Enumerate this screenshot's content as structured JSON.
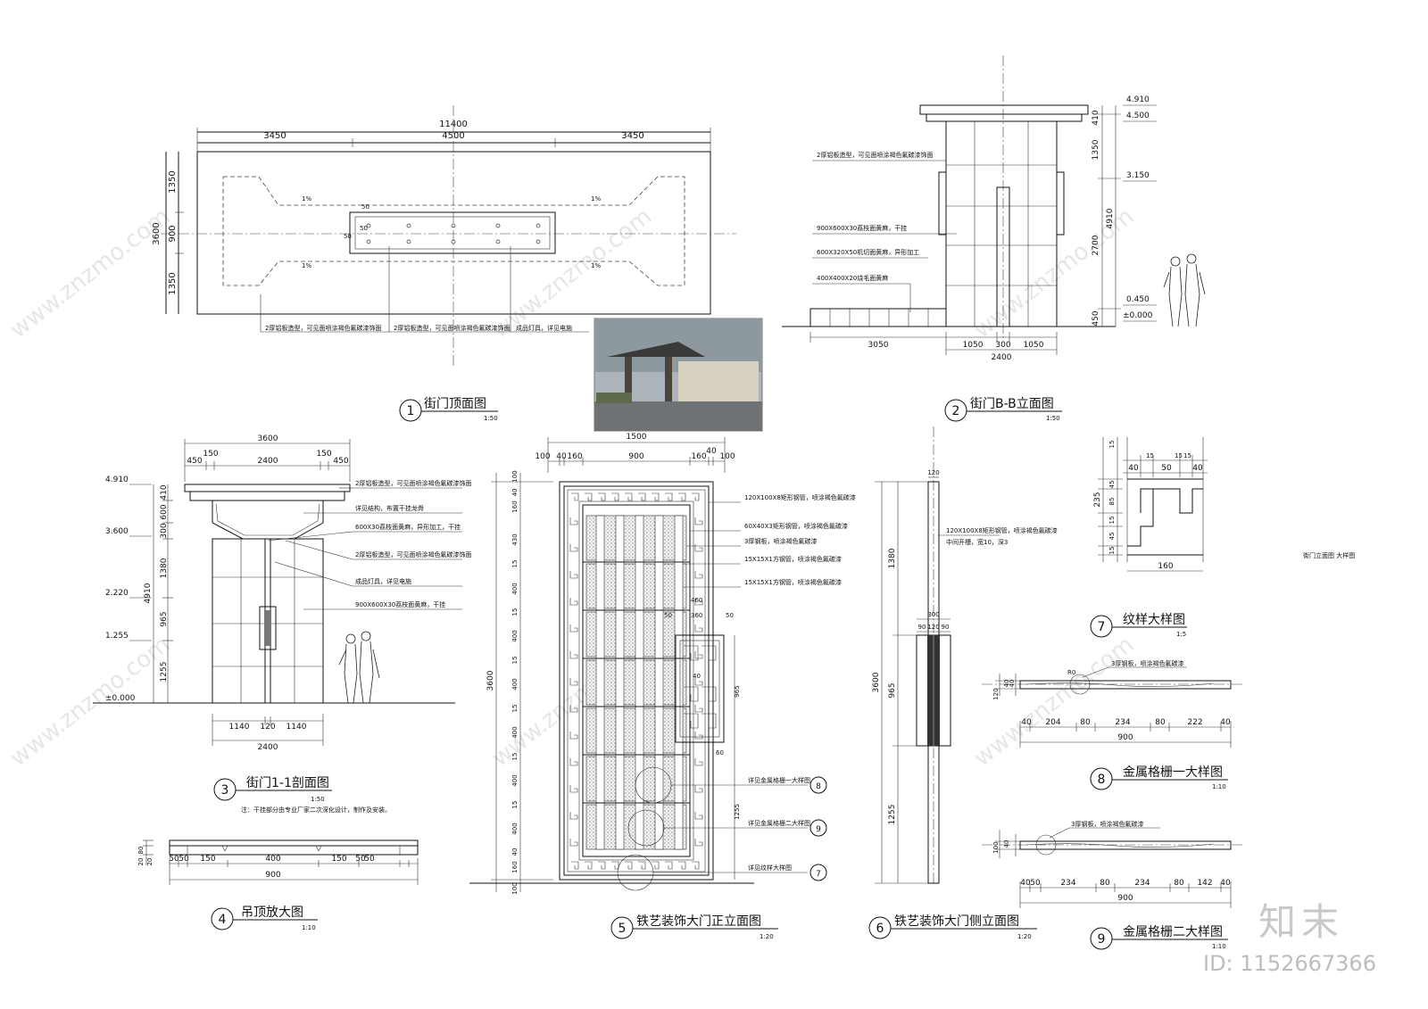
{
  "watermark": "www.znzmo.com",
  "brand": "知末",
  "id_label": "ID: 1152667366",
  "titles": {
    "t1": {
      "num": "1",
      "name": "街门顶面图",
      "scale": "1:50"
    },
    "t2": {
      "num": "2",
      "name": "街门B-B立面图",
      "scale": "1:50"
    },
    "t3": {
      "num": "3",
      "name": "街门1-1剖面图",
      "scale": "1:50"
    },
    "t4": {
      "num": "4",
      "name": "吊顶放大图",
      "scale": "1:10"
    },
    "t5": {
      "num": "5",
      "name": "铁艺装饰大门正立面图",
      "scale": "1:20"
    },
    "t6": {
      "num": "6",
      "name": "铁艺装饰大门侧立面图",
      "scale": "1:20"
    },
    "t7": {
      "num": "7",
      "name": "纹样大样图",
      "scale": "1:5"
    },
    "t8": {
      "num": "8",
      "name": "金属格栅一大样图",
      "scale": "1:10"
    },
    "t9": {
      "num": "9",
      "name": "金属格栅二大样图",
      "scale": "1:10"
    }
  },
  "note3": "注：干挂部分由专业厂家二次深化设计，制作及安装。",
  "side_note": "街门立面图 大样图",
  "plan": {
    "dims_top": [
      "11400",
      "3450",
      "4500",
      "3450"
    ],
    "dims_left": [
      "3600",
      "1350",
      "900",
      "1350"
    ],
    "small": [
      "50",
      "50",
      "50",
      "1%",
      "1%",
      "1%",
      "1%"
    ],
    "labels": [
      "2厚铝板造型，可见面喷涂褐色氟碳漆饰面",
      "2厚铝板造型，可见面喷涂褐色氟碳漆饰面",
      "成品灯具，详见电施"
    ]
  },
  "elev2": {
    "levels": [
      "4.910",
      "4.500",
      "3.150",
      "0.450",
      "±0.000"
    ],
    "dims_right": [
      "410",
      "1350",
      "2700",
      "450",
      "4910"
    ],
    "dims_bottom": [
      "3050",
      "1050",
      "300",
      "1050",
      "2400"
    ],
    "labels": [
      "2厚铝板造型，可见面喷涂褐色氟碳漆饰面",
      "900X600X30荔枝面黄麻，干挂",
      "600X320X50机切面黄麻，异形加工",
      "400X400X20烧毛面黄麻"
    ]
  },
  "sect3": {
    "dims_top": [
      "3600",
      "450",
      "150",
      "2400",
      "150",
      "450"
    ],
    "levels": [
      "4.910",
      "3.600",
      "2.220",
      "1.255",
      "±0.000"
    ],
    "dims_left": [
      "410",
      "600",
      "300",
      "1380",
      "965",
      "1255",
      "4910"
    ],
    "dims_bottom": [
      "1140",
      "120",
      "1140",
      "2400"
    ],
    "labels": [
      "2厚铝板造型，可见面喷涂褐色氟碳漆饰面",
      "详见结构，布置干挂龙骨",
      "600X30荔枝面黄麻，异形加工，干挂",
      "2厚铝板造型，可见面喷涂褐色氟碳漆饰面",
      "成品灯具，详见电施",
      "900X600X30荔枝面黄麻，干挂"
    ]
  },
  "ceil4": {
    "dims_bottom": [
      "50",
      "50",
      "150",
      "400",
      "150",
      "50",
      "50",
      "900"
    ],
    "dims_left": [
      "80",
      "20",
      "20"
    ]
  },
  "gate5": {
    "dims_top": [
      "1500",
      "100",
      "40",
      "160",
      "900",
      "160",
      "40",
      "100"
    ],
    "dims_left": [
      "3600",
      "100",
      "40",
      "160",
      "430",
      "15",
      "400",
      "15",
      "400",
      "15",
      "400",
      "15",
      "400",
      "15",
      "400",
      "15",
      "400",
      "40",
      "160",
      "100"
    ],
    "inner": [
      "460",
      "50",
      "360",
      "50",
      "40",
      "965",
      "1255",
      "60"
    ],
    "labels": [
      "120X100X8矩形钢管，喷涂褐色氟碳漆",
      "60X40X3矩形钢管，喷涂褐色氟碳漆",
      "3厚钢板，喷涂褐色氟碳漆",
      "15X15X1方钢管，喷涂褐色氟碳漆",
      "15X15X1方钢管，喷涂褐色氟碳漆",
      "详见金属格栅一大样图",
      "详见金属格栅二大样图",
      "详见纹样大样图"
    ],
    "callouts": [
      "8",
      "9",
      "7"
    ]
  },
  "gate6": {
    "dims": [
      "120",
      "300",
      "90",
      "120",
      "90",
      "1380",
      "965",
      "1255",
      "3600"
    ],
    "labels": [
      "120X100X8矩形钢管，喷涂褐色氟碳漆",
      "中间开槽，宽10，深3"
    ]
  },
  "det7": {
    "dims": [
      "15",
      "40",
      "15",
      "50",
      "15",
      "40",
      "15",
      "45",
      "85",
      "15",
      "45",
      "15",
      "235",
      "160"
    ]
  },
  "det8": {
    "label": "3厚钢板，喷涂褐色氟碳漆",
    "dims": [
      "R0",
      "120",
      "40",
      "40",
      "40",
      "204",
      "80",
      "234",
      "80",
      "222",
      "40",
      "900"
    ]
  },
  "det9": {
    "label": "3厚钢板，喷涂褐色氟碳漆",
    "dims": [
      "100",
      "40",
      "40",
      "50",
      "234",
      "80",
      "234",
      "80",
      "142",
      "40",
      "900"
    ]
  }
}
